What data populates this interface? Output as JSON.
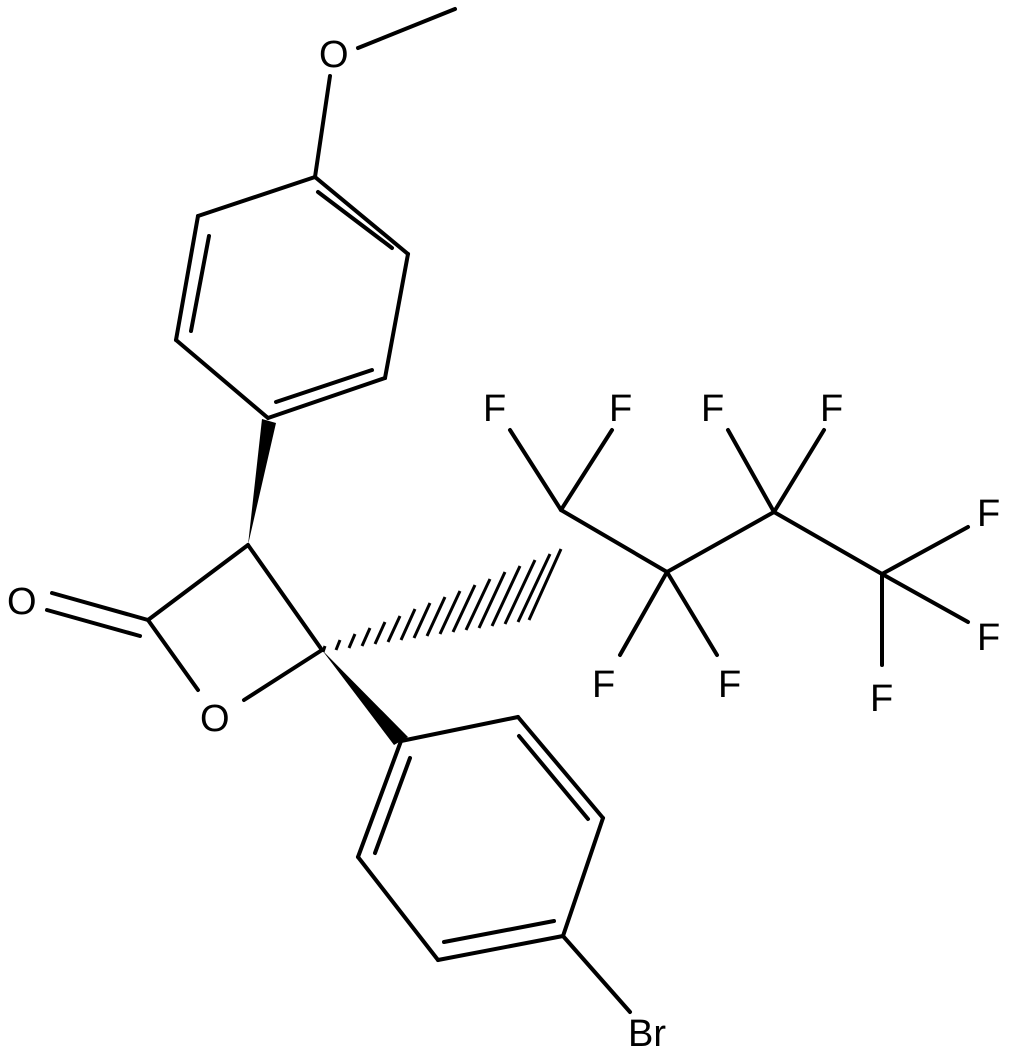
{
  "molecule": {
    "labels": {
      "o_methoxy": "O",
      "o_carbonyl": "O",
      "o_ring": "O",
      "br": "Br",
      "f1": "F",
      "f2": "F",
      "f3": "F",
      "f4": "F",
      "f5": "F",
      "f6": "F",
      "f7": "F",
      "f8": "F",
      "f9": "F"
    },
    "bond_color": "#000000",
    "label_color": "#000000"
  }
}
